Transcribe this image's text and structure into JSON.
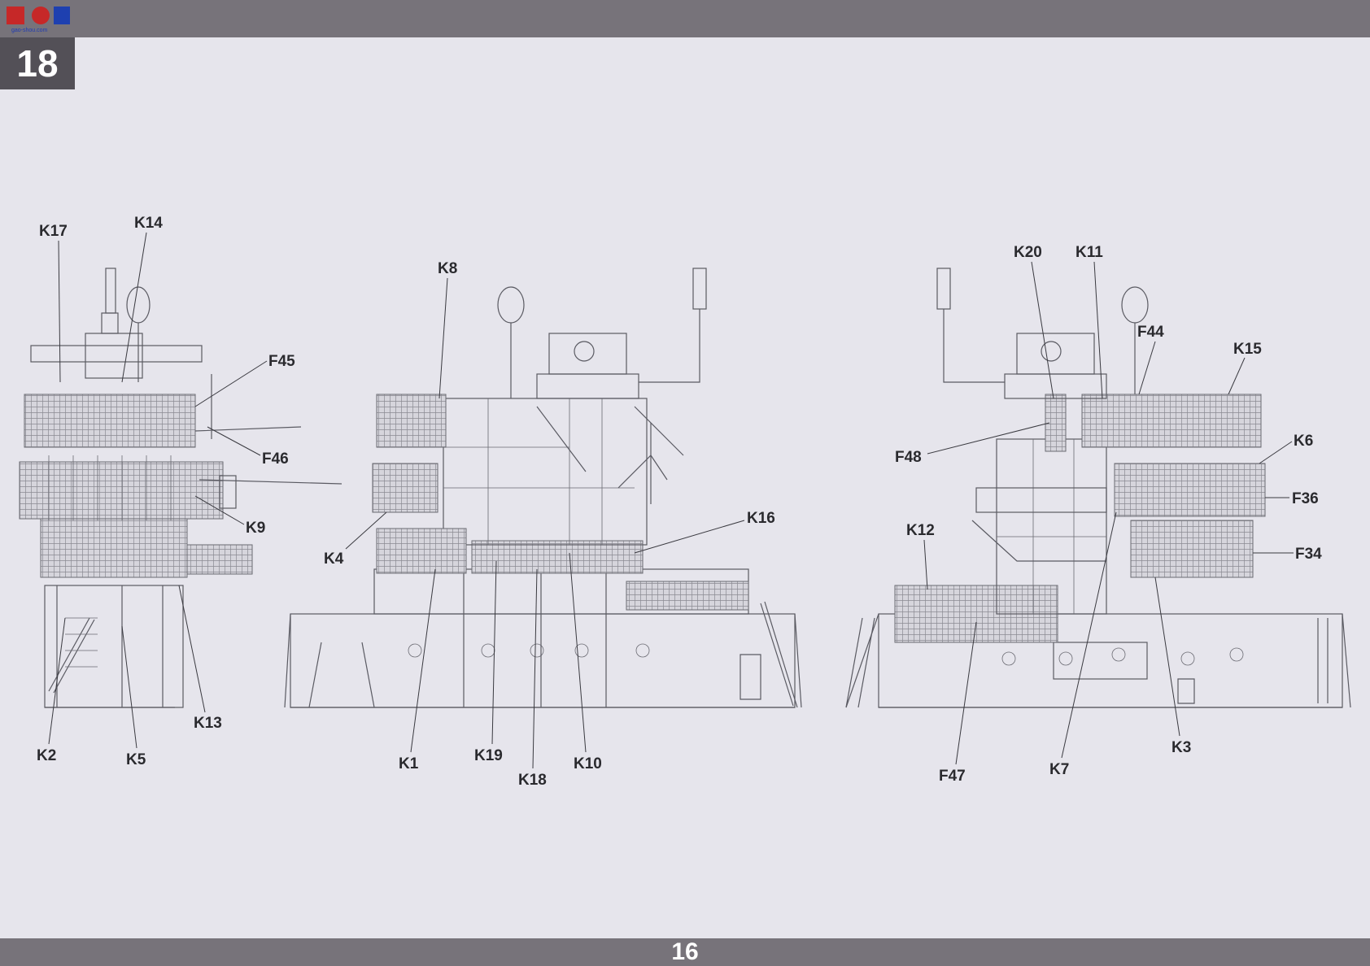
{
  "header": {
    "step_number": "18",
    "watermark_text": "gao-shou.com"
  },
  "footer": {
    "page_number": "16"
  },
  "callouts": {
    "left_view": [
      "K17",
      "K14",
      "F45",
      "F46",
      "K9",
      "K13",
      "K2",
      "K5"
    ],
    "middle_view": [
      "K8",
      "K4",
      "K16",
      "K1",
      "K19",
      "K18",
      "K10"
    ],
    "right_view": [
      "K20",
      "K11",
      "F44",
      "K15",
      "K6",
      "F48",
      "F36",
      "K12",
      "F34",
      "F47",
      "K7",
      "K3"
    ]
  },
  "colors": {
    "bar": "#77737a",
    "step_box": "#535057",
    "page_bg": "#e6e5ec",
    "line_art": "#5a5a62"
  },
  "icons": {
    "watermark": "gaoshou-logo-icon"
  }
}
